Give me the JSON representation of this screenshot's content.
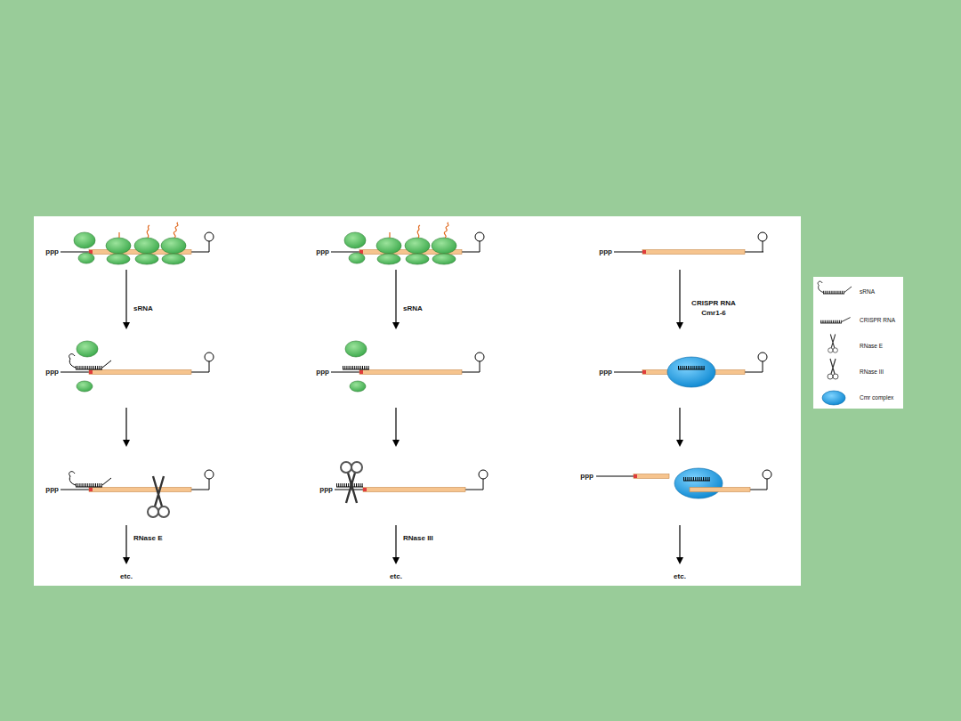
{
  "diagram": {
    "labels": [
      "ppp",
      "ppp",
      "ppp",
      "sRNA",
      "sRNA",
      "CRISPR RNA",
      "Cmr1-6",
      "ppp",
      "ppp",
      "ppp",
      "ppp",
      "ppp",
      "ppp",
      "RNase E",
      "RNase III",
      "etc.",
      "etc.",
      "etc."
    ],
    "legend": [
      {
        "text": "sRNA"
      },
      {
        "text": "CRISPR RNA"
      },
      {
        "text": "RNase E"
      },
      {
        "text": "RNase III"
      },
      {
        "text": "Cmr complex"
      }
    ]
  }
}
